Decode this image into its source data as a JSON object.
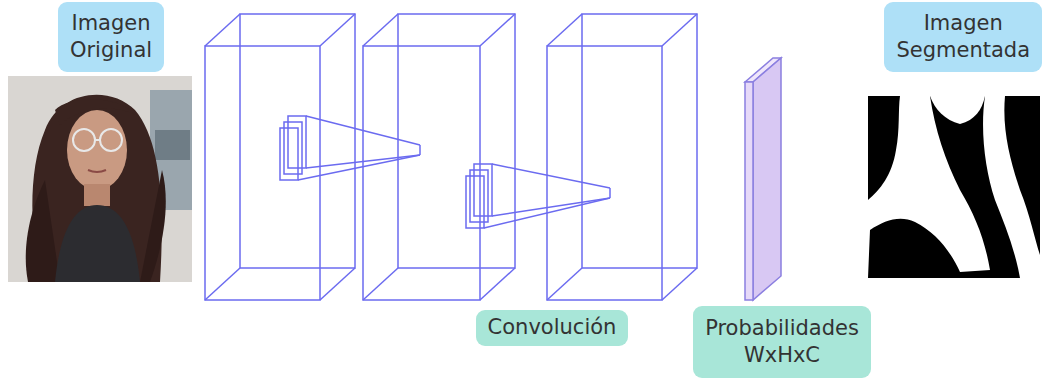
{
  "diagram": {
    "nodes": [
      {
        "text": [
          "Imagen Original"
        ]
      },
      {
        "text": [
          "Imagen Segmentada"
        ]
      },
      {
        "text": [
          "Convolución"
        ]
      },
      {
        "text": [
          "Probabilidades WxHxC"
        ]
      }
    ]
  }
}
